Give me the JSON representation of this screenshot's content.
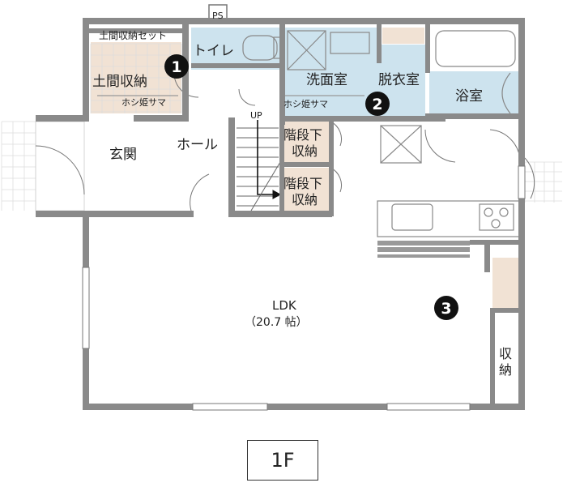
{
  "plan": {
    "ps": "PS",
    "doma_shelf": "土間収納セット",
    "toilet": "トイレ",
    "washroom": "洗面室",
    "dressing": "脱衣室",
    "bath": "浴室",
    "doma_storage": "土間収納",
    "hoshi_1": "ホシ姫サマ",
    "hoshi_2": "ホシ姫サマ",
    "up": "UP",
    "entrance": "玄関",
    "hall": "ホール",
    "under_stairs_1_line1": "階段下",
    "under_stairs_1_line2": "収納",
    "under_stairs_2_line1": "階段下",
    "under_stairs_2_line2": "収納",
    "ldk": "LDK",
    "ldk_size": "（20.7 帖）",
    "storage_1": "収",
    "storage_2": "納",
    "marker_1": "1",
    "marker_2": "2",
    "marker_3": "3",
    "floor": "1F"
  },
  "colors": {
    "wall": "#8a8a8a",
    "wet_area": "#cde3ee",
    "storage": "#f1e2d4",
    "marker": "#111111"
  }
}
